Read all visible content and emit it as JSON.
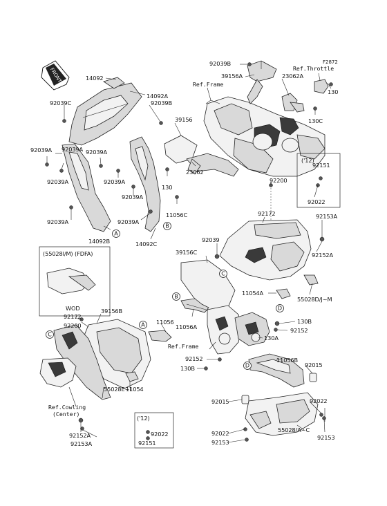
{
  "figure_code": "F2872",
  "front_arrow": "FRONT",
  "refs": {
    "throttle": "Ref.Throttle",
    "frame_top": "Ref.Frame",
    "frame_mid": "Ref.Frame",
    "cowling_center": [
      "Ref.Cowling",
      "(Center)"
    ]
  },
  "inset_boxes": {
    "wod_box": {
      "title": "(55028l/M) (FDFA)",
      "caption": "WOD"
    },
    "year12_right": {
      "title": "('12)",
      "p1": "92151",
      "p2": "92022"
    },
    "year12_bottom": {
      "title": "('12)",
      "p1": "92022",
      "p2": "92151"
    }
  },
  "circle_refs": [
    "A",
    "B",
    "C",
    "D"
  ],
  "labels": {
    "l14092": "14092",
    "l14092A": "14092A",
    "l92039C": "92039C",
    "l92039B_a": "92039B",
    "l92039A_1": "92039A",
    "l92039A_2": "92039A",
    "l92039A_3": "92039A",
    "l92039A_4": "92039A",
    "l92039A_5": "92039A",
    "l92039A_6": "92039A",
    "l92039A_7": "92039A",
    "l14092B": "14092B",
    "l14092C": "14092C",
    "l92039B_top": "92039B",
    "l39156A": "39156A",
    "l23062A": "23062A",
    "l130_a": "130",
    "l130C": "130C",
    "l39156": "39156",
    "l130_b": "130",
    "l23062": "23062",
    "l11056C": "11056C",
    "l92200_a": "92200",
    "l92172_a": "92172",
    "l92153A_a": "92153A",
    "l92039": "92039",
    "l39156C": "39156C",
    "l92152A_a": "92152A",
    "l11054A": "11054A",
    "l55028DJM": "55028D/J~M",
    "l11056": "11056",
    "l11056A": "11056A",
    "l92172_b": "92172",
    "l92200_b": "92200",
    "l39156B": "39156B",
    "l130B_a": "130B",
    "l92152_a": "92152",
    "l130A": "130A",
    "l92152_b": "92152",
    "l130B_b": "130B",
    "l11056B": "11056B",
    "l92015_a": "92015",
    "l11054": "11054",
    "l55028EI": "55028E~I",
    "l92015_b": "92015",
    "l92022_a": "92022",
    "l92022_b": "92022",
    "l92153_a": "92153",
    "l92153_b": "92153",
    "l55028AC": "55028/A~C",
    "l92152A_b": "92152A",
    "l92153A_b": "92153A"
  }
}
